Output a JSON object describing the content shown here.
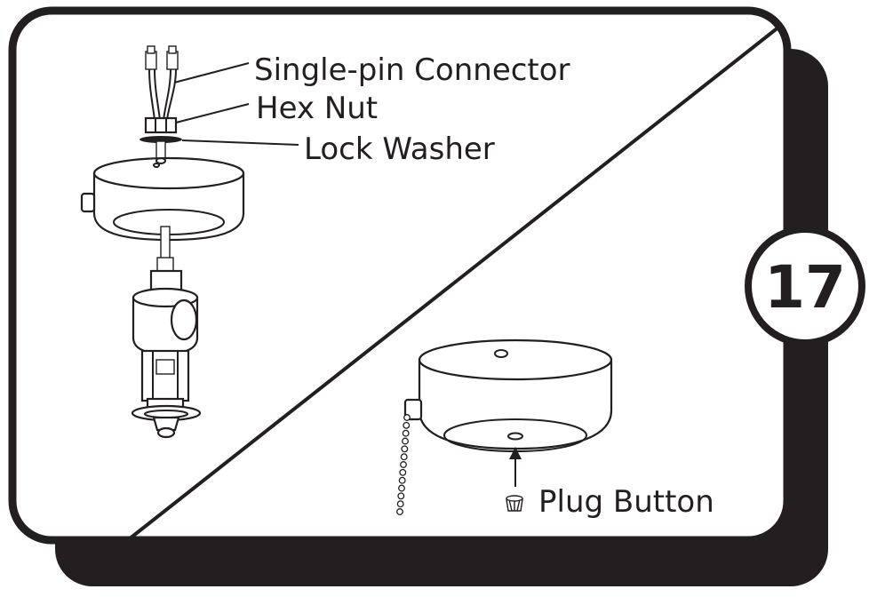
{
  "step": {
    "number": "17"
  },
  "labels": {
    "connector": "Single-pin Connector",
    "hex_nut": "Hex Nut",
    "lock_washer": "Lock Washer",
    "plug_button": "Plug Button"
  }
}
